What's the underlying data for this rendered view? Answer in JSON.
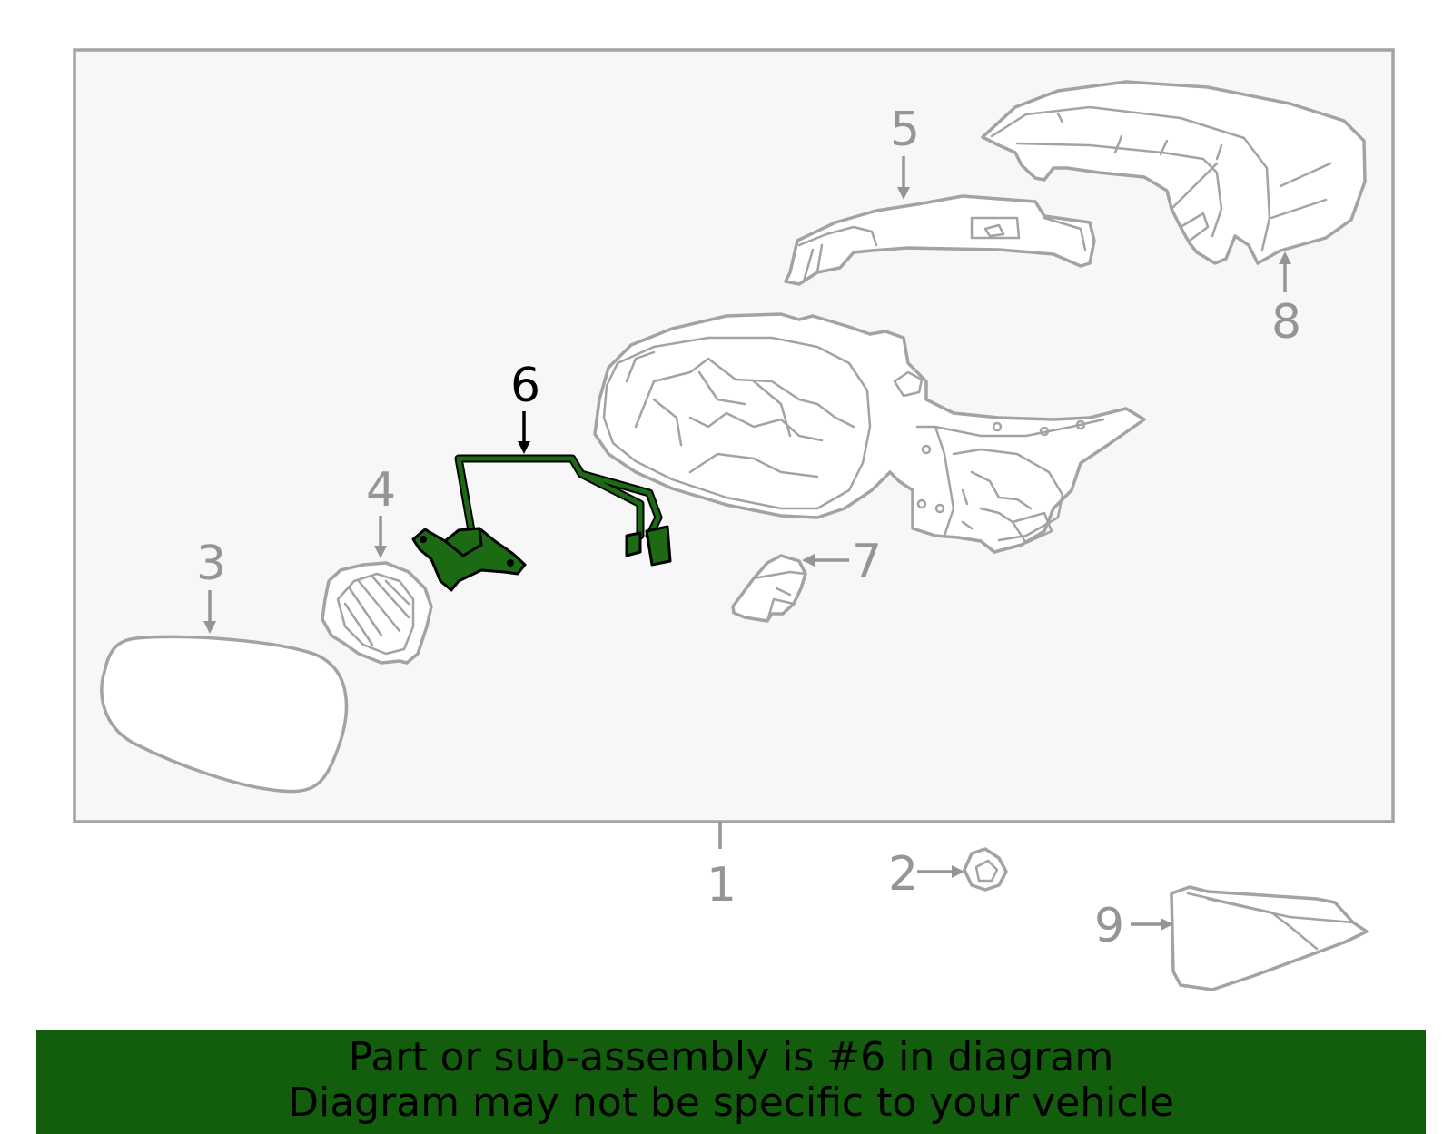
{
  "diagram": {
    "callouts": {
      "c1": "1",
      "c2": "2",
      "c3": "3",
      "c4": "4",
      "c5": "5",
      "c6": "6",
      "c7": "7",
      "c8": "8",
      "c9": "9"
    },
    "highlighted_part": "6",
    "colors": {
      "highlight": "#1c6b14",
      "banner": "#125e0c",
      "part_line": "#a3a3a3",
      "panel": "#f7f7f7"
    }
  },
  "banner": {
    "line1": "Part or sub-assembly is #6 in diagram",
    "line2": "Diagram may not be specific to your vehicle"
  }
}
